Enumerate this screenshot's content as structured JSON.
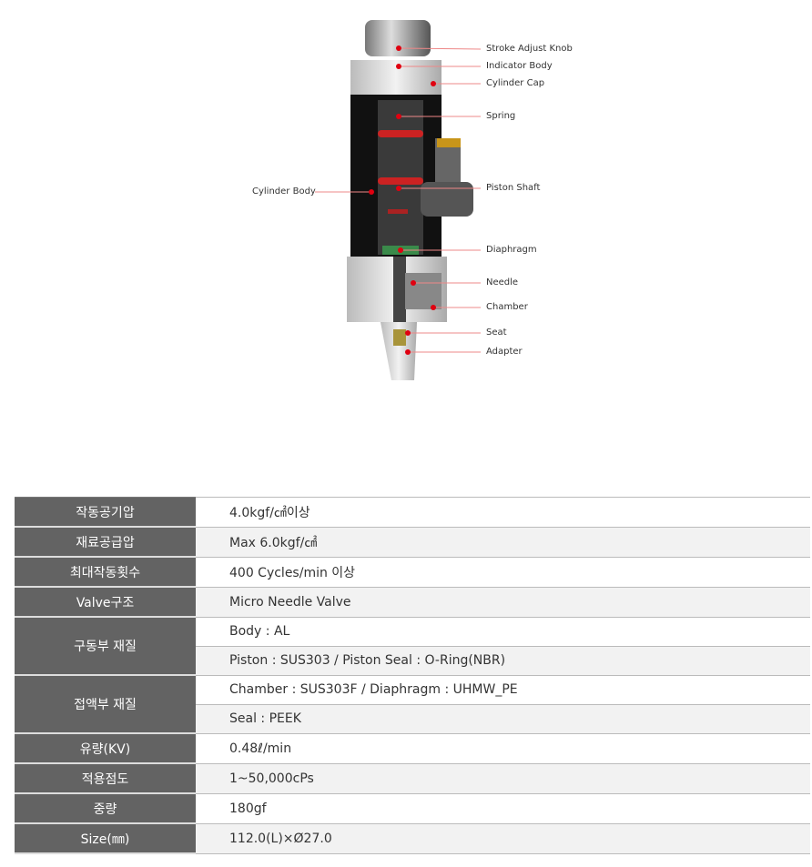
{
  "labels": {
    "stroke_adjust_knob": "Stroke Adjust Knob",
    "indicator_body": "Indicator Body",
    "cylinder_cap": "Cylinder Cap",
    "spring": "Spring",
    "cylinder_body": "Cylinder Body",
    "piston_shaft": "Piston Shaft",
    "diaphragm": "Diaphragm",
    "needle": "Needle",
    "chamber": "Chamber",
    "seat": "Seat",
    "adapter": "Adapter"
  },
  "specs": [
    {
      "name": "작동공기압",
      "values": [
        "4.0kgf/㎠이상"
      ]
    },
    {
      "name": "재료공급압",
      "values": [
        "Max 6.0kgf/㎠"
      ]
    },
    {
      "name": "최대작동횟수",
      "values": [
        "400 Cycles/min 이상"
      ]
    },
    {
      "name": "Valve구조",
      "values": [
        "Micro Needle Valve"
      ]
    },
    {
      "name": "구동부 재질",
      "values": [
        "Body : AL",
        "Piston : SUS303 / Piston Seal : O-Ring(NBR)"
      ]
    },
    {
      "name": "접액부 재질",
      "values": [
        "Chamber : SUS303F / Diaphragm : UHMW_PE",
        "Seal : PEEK"
      ]
    },
    {
      "name": "유량(KV)",
      "values": [
        "0.48ℓ/min"
      ]
    },
    {
      "name": "적용점도",
      "values": [
        "1~50,000cPs"
      ]
    },
    {
      "name": "중량",
      "values": [
        "180gf"
      ]
    },
    {
      "name": "Size(㎜)",
      "values": [
        "112.0(L)×Ø27.0"
      ]
    }
  ]
}
